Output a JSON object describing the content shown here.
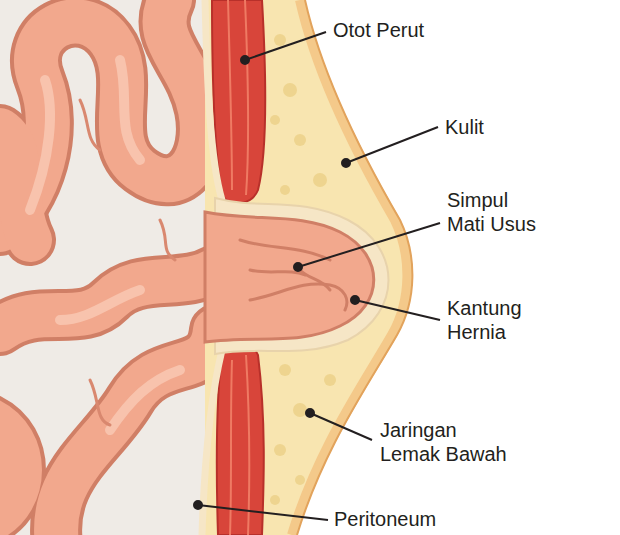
{
  "diagram": {
    "labels": [
      "Otot Perut",
      "Kulit",
      "Simpul Mati Usus",
      "Kantung Hernia",
      "Jaringan Lemak Bawah",
      "Peritoneum"
    ]
  }
}
